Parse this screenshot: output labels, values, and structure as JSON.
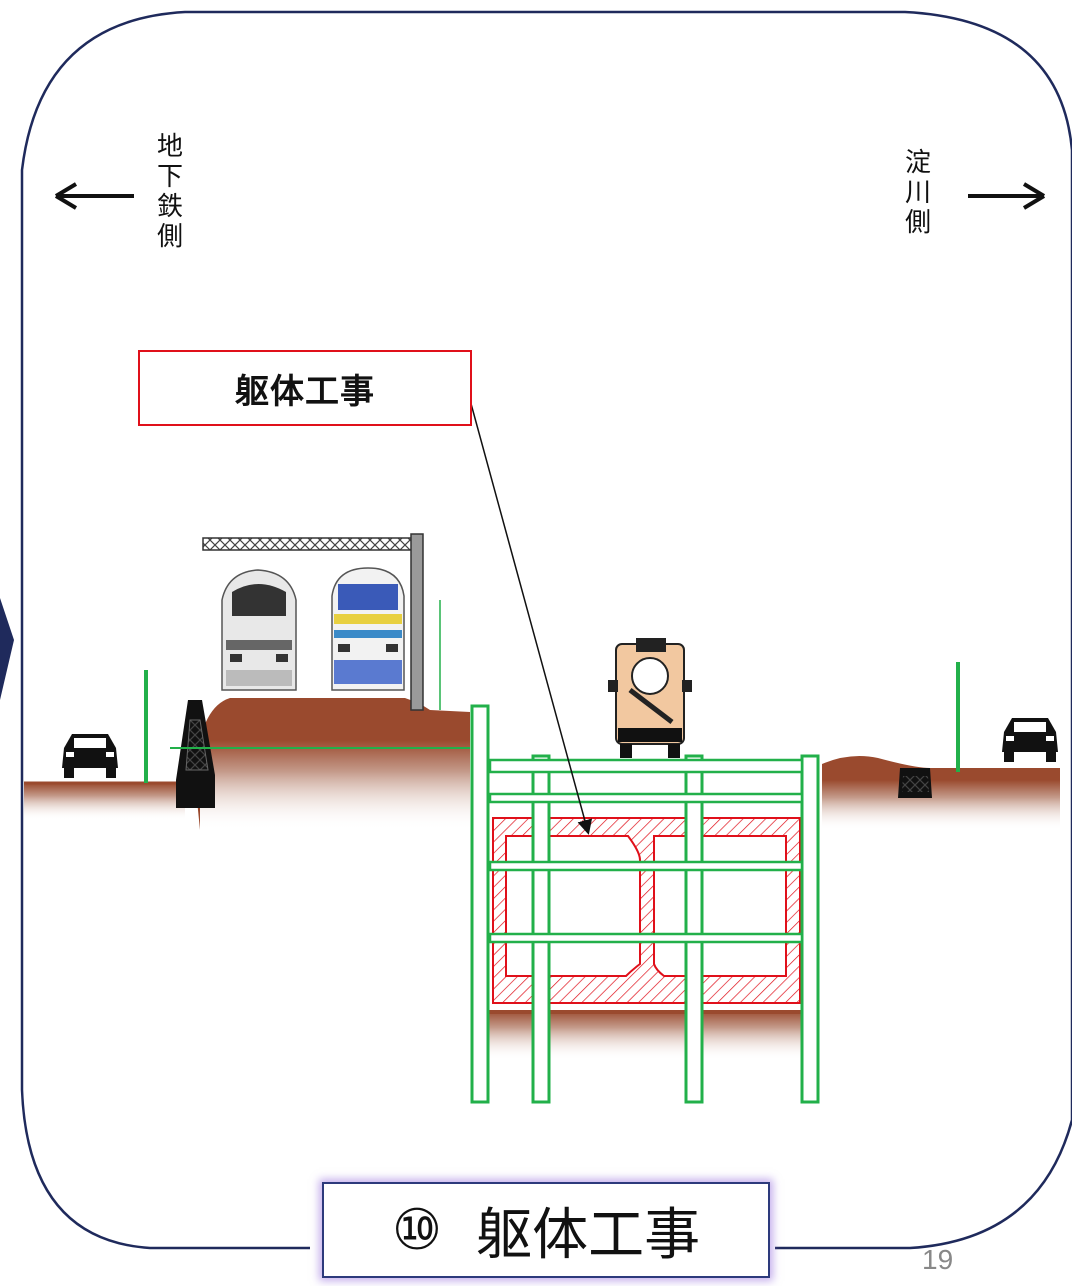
{
  "left_direction": {
    "chars": [
      "地",
      "下",
      "鉄",
      "側"
    ]
  },
  "right_direction": {
    "chars": [
      "淀",
      "川",
      "側"
    ]
  },
  "callout_label": "躯体工事",
  "step_title": {
    "number": "⑩",
    "label": "躯体工事"
  },
  "page_number": "19",
  "colors": {
    "frame": "#1f2a5c",
    "soil": "#9a4a2e",
    "sheet_pile": "#22b04a",
    "concrete_hatch": "#e0101a",
    "callout_border": "#e0101a",
    "title_border": "#2d3a7c"
  }
}
